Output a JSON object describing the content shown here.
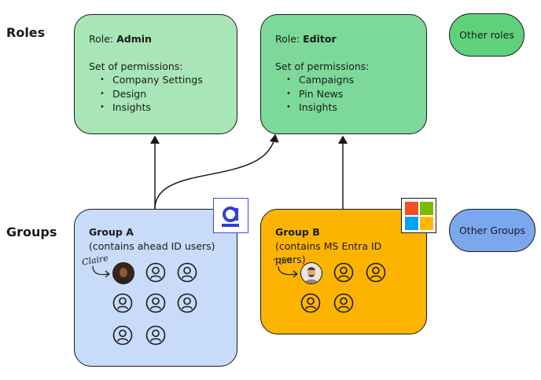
{
  "sections": {
    "roles_label": "Roles",
    "groups_label": "Groups"
  },
  "roles": {
    "admin": {
      "prefix": "Role: ",
      "name": "Admin",
      "permissions_title": "Set of permissions:",
      "permissions": [
        "Company Settings",
        "Design",
        "Insights"
      ],
      "color": "#a8e6b8"
    },
    "editor": {
      "prefix": "Role: ",
      "name": "Editor",
      "permissions_title": "Set of permissions:",
      "permissions": [
        "Campaigns",
        "Pin News",
        "Insights"
      ],
      "color": "#7dd99a"
    },
    "other": {
      "label": "Other roles",
      "color": "#5fd17d"
    }
  },
  "groups": {
    "a": {
      "title": "Group A",
      "subtitle": "(contains ahead ID users)",
      "named_user": "Claire",
      "logo_icon": "ahead-logo-icon",
      "color": "#c8dbf9"
    },
    "b": {
      "title": "Group B",
      "subtitle": "(contains MS Entra ID users)",
      "named_user": "Tom",
      "logo_icon": "microsoft-logo-icon",
      "color": "#fcb400"
    },
    "other": {
      "label": "Other Groups",
      "color": "#7ba7ef"
    }
  }
}
